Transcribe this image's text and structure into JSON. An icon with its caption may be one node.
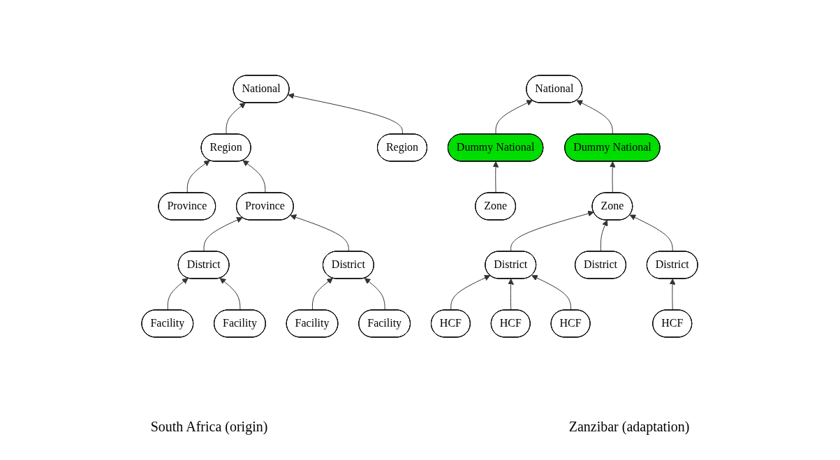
{
  "diagram": {
    "nodes": [
      {
        "text": [
          "National"
        ]
      },
      {
        "text": [
          "Region"
        ]
      },
      {
        "text": [
          "Region"
        ]
      },
      {
        "text": [
          "Province"
        ]
      },
      {
        "text": [
          "Province"
        ]
      },
      {
        "text": [
          "District"
        ]
      },
      {
        "text": [
          "District"
        ]
      },
      {
        "text": [
          "Facility"
        ]
      },
      {
        "text": [
          "Facility"
        ]
      },
      {
        "text": [
          "Facility"
        ]
      },
      {
        "text": [
          "Facility"
        ]
      },
      {
        "text": [
          "National"
        ]
      },
      {
        "text": [
          "Dummy National"
        ]
      },
      {
        "text": [
          "Dummy National"
        ]
      },
      {
        "text": [
          "Zone"
        ]
      },
      {
        "text": [
          "Zone"
        ]
      },
      {
        "text": [
          "District"
        ]
      },
      {
        "text": [
          "District"
        ]
      },
      {
        "text": [
          "District"
        ]
      },
      {
        "text": [
          "HCF"
        ]
      },
      {
        "text": [
          "HCF"
        ]
      },
      {
        "text": [
          "HCF"
        ]
      },
      {
        "text": [
          "HCF"
        ]
      }
    ],
    "edges": [
      {
        "from": 1,
        "to": 0,
        "arrow": "to"
      },
      {
        "from": 2,
        "to": 0,
        "arrow": "to"
      },
      {
        "from": 3,
        "to": 1,
        "arrow": "to"
      },
      {
        "from": 4,
        "to": 1,
        "arrow": "to"
      },
      {
        "from": 5,
        "to": 4,
        "arrow": "to"
      },
      {
        "from": 6,
        "to": 4,
        "arrow": "to"
      },
      {
        "from": 7,
        "to": 5,
        "arrow": "to"
      },
      {
        "from": 8,
        "to": 5,
        "arrow": "to"
      },
      {
        "from": 9,
        "to": 6,
        "arrow": "to"
      },
      {
        "from": 10,
        "to": 6,
        "arrow": "to"
      },
      {
        "from": 12,
        "to": 11,
        "arrow": "to"
      },
      {
        "from": 13,
        "to": 11,
        "arrow": "to"
      },
      {
        "from": 14,
        "to": 12,
        "arrow": "to"
      },
      {
        "from": 15,
        "to": 13,
        "arrow": "to"
      },
      {
        "from": 16,
        "to": 15,
        "arrow": "to"
      },
      {
        "from": 17,
        "to": 15,
        "arrow": "to"
      },
      {
        "from": 18,
        "to": 15,
        "arrow": "to"
      },
      {
        "from": 19,
        "to": 16,
        "arrow": "to"
      },
      {
        "from": 20,
        "to": 16,
        "arrow": "to"
      },
      {
        "from": 21,
        "to": 16,
        "arrow": "to"
      },
      {
        "from": 22,
        "to": 18,
        "arrow": "to"
      }
    ],
    "labels": [
      "South Africa (origin)",
      "Zanzibar (adaptation)"
    ]
  }
}
